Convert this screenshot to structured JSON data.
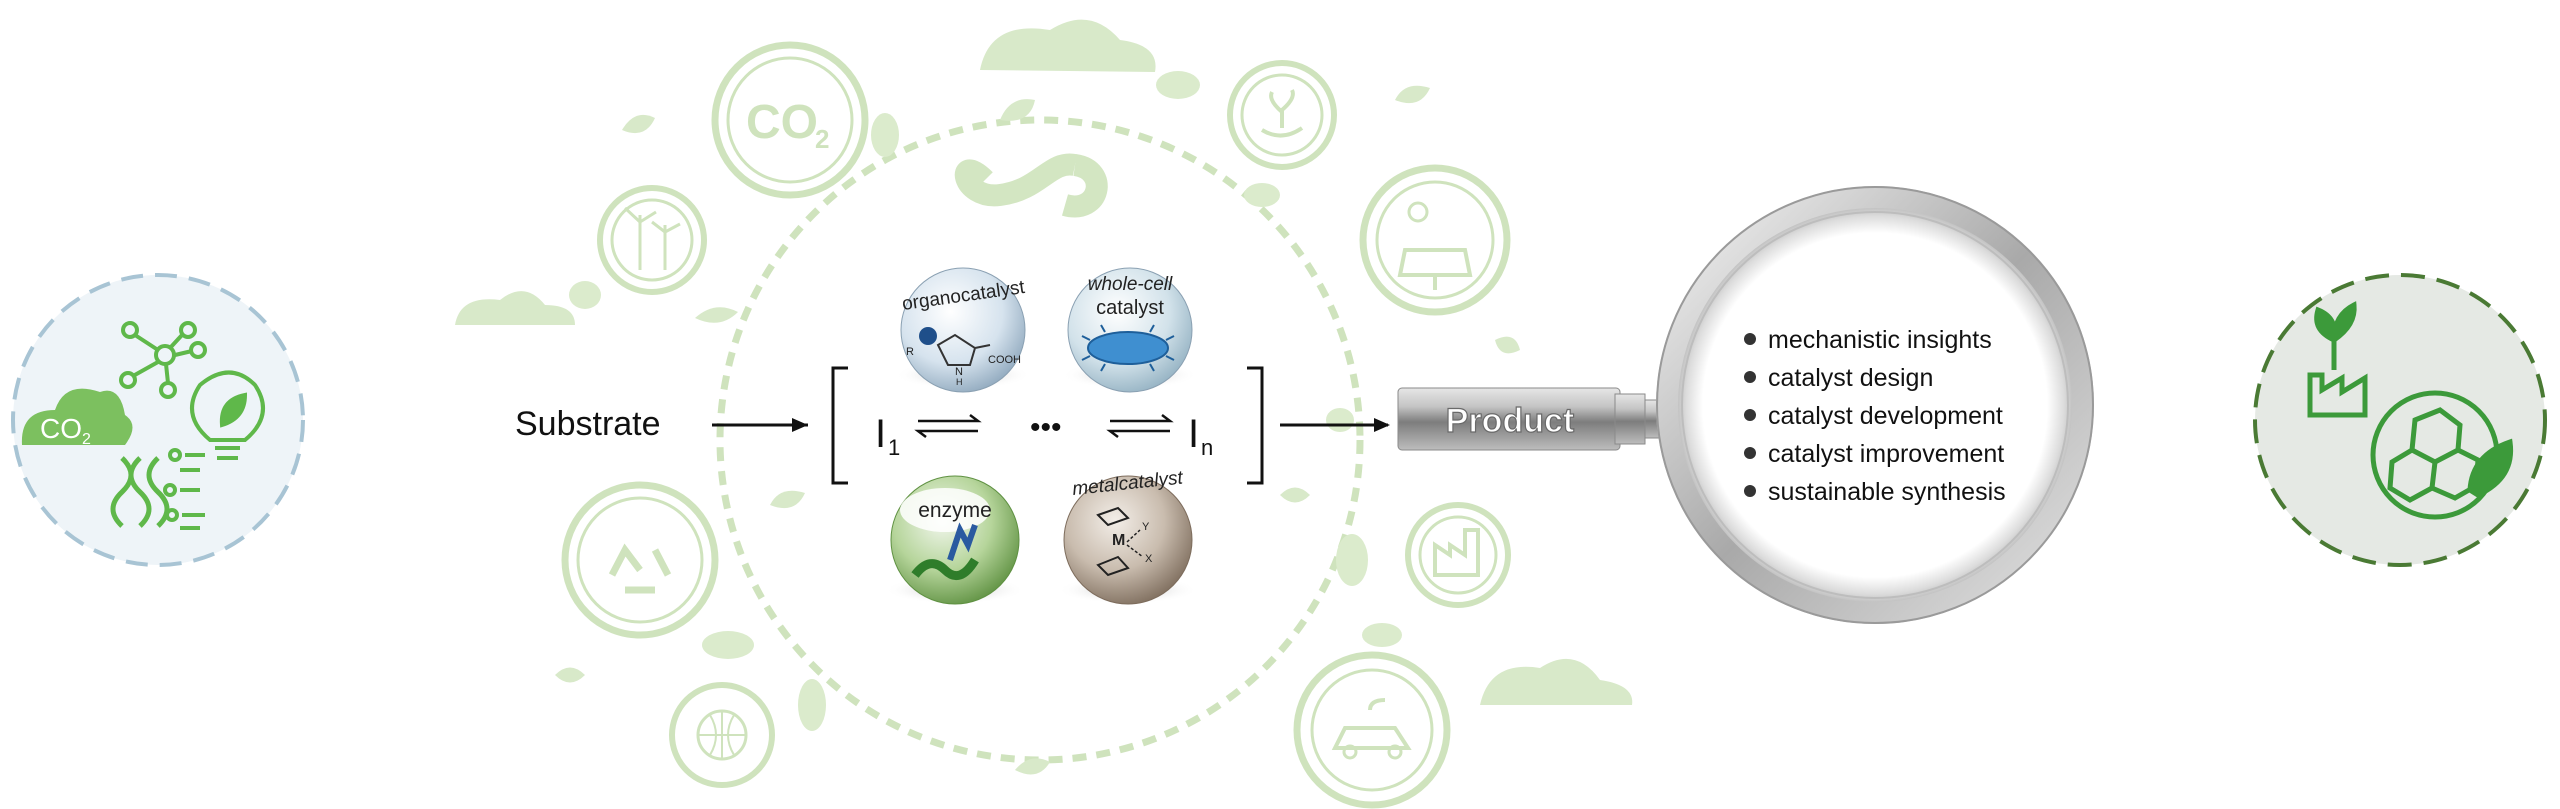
{
  "flow": {
    "substrate_label": "Substrate",
    "intermediate_first": "I",
    "intermediate_first_sub": "1",
    "ellipsis": "•••",
    "intermediate_last": "I",
    "intermediate_last_sub": "n",
    "product_label": "Product"
  },
  "catalysts": [
    {
      "label": "organocatalyst",
      "kind": "organocatalyst-sphere"
    },
    {
      "label": "whole-cell",
      "label2": "catalyst",
      "kind": "whole-cell-catalyst-sphere"
    },
    {
      "label": "enzyme",
      "kind": "enzyme-sphere"
    },
    {
      "label": "metalcatalyst",
      "kind": "metal-catalyst-sphere"
    }
  ],
  "organocatalyst_structure": {
    "r_label": "R",
    "n_label": "N",
    "h_label": "H",
    "acid_label": "COOH"
  },
  "metal_structure": {
    "metal_label": "M",
    "ligand_y": "Y",
    "ligand_x": "X"
  },
  "left_badge": {
    "co2_label": "CO",
    "co2_sub": "2",
    "icons": [
      "cloud-co2-icon",
      "molecule-network-icon",
      "lightbulb-leaf-icon",
      "dna-helix-icon",
      "flowchart-icon"
    ]
  },
  "right_badge": {
    "icons": [
      "factory-sprout-icon",
      "graphene-leaf-icon"
    ]
  },
  "insights": [
    "mechanistic insights",
    "catalyst design",
    "catalyst development",
    "catalyst improvement",
    "sustainable synthesis"
  ],
  "background": {
    "co2_label": "CO",
    "co2_sub": "2",
    "icons": [
      "co2-icon",
      "recycle-loop-icon",
      "wind-turbine-icon",
      "sprout-hand-icon",
      "solar-panel-icon",
      "recycle-arrows-icon",
      "globe-icon",
      "electric-car-icon",
      "factory-icon",
      "cloud-icon",
      "leaf-icon"
    ]
  },
  "colors": {
    "accent_green": "#bcd9a2",
    "badge_green": "#5fb84a",
    "badge_dark_green": "#4a7a34",
    "badge_blue_bg": "#eef4f8",
    "badge_blue_ring": "#a8c4d4",
    "badge_green_bg": "#e5e9e4",
    "text": "#111111"
  }
}
